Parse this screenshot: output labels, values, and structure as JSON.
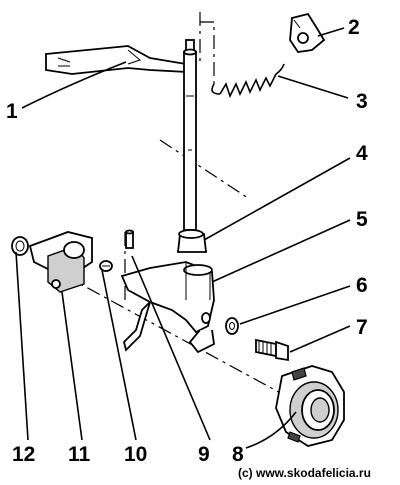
{
  "callouts": {
    "c1": "1",
    "c2": "2",
    "c3": "3",
    "c4": "4",
    "c5": "5",
    "c6": "6",
    "c7": "7",
    "c8": "8",
    "c9": "9",
    "c10": "10",
    "c11": "11",
    "c12": "12"
  },
  "credit": "(c)  www.skodafelicia.ru"
}
